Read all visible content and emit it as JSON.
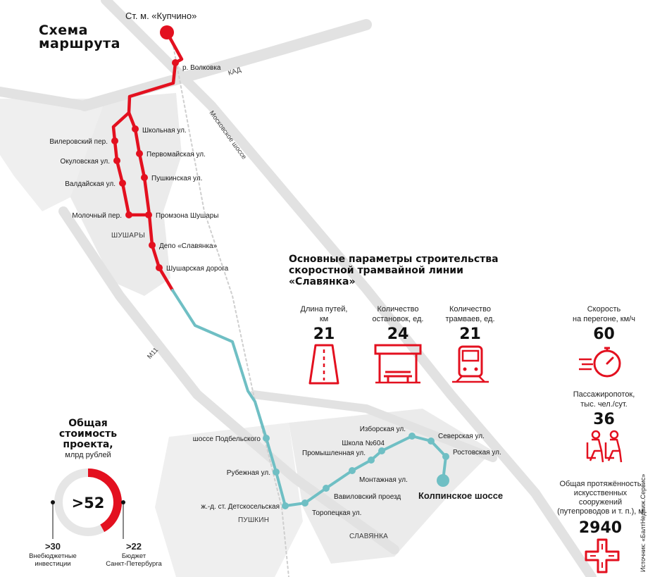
{
  "map": {
    "title_line1": "Схема",
    "title_line2": "маршрута",
    "terminal_north": "Ст. м. «Купчино»",
    "terminal_south": "Колпинское шоссе",
    "roads": {
      "kad": "КАД",
      "moskovskoe": "Московское шоссе",
      "m11": "М11"
    },
    "areas": {
      "shushary": "ШУШАРЫ",
      "pushkin": "ПУШКИН",
      "slavyanka": "СЛАВЯНКА"
    },
    "stops": {
      "volkovka": "р. Волковка",
      "shkolnaya": "Школьная ул.",
      "pervomayskaya": "Первомайская ул.",
      "pushkinskaya": "Пушкинская ул.",
      "vilerovsky": "Вилеровский пер.",
      "okulovskaya": "Окуловская ул.",
      "valdayskaya": "Валдайская ул.",
      "molochny": "Молочный пер.",
      "promzona": "Промзона Шушары",
      "depo": "Депо «Славянка»",
      "shusharskaya": "Шушарская дорога",
      "podbelskogo": "шоссе Подбельского",
      "rubezhnaya": "Рубежная ул.",
      "detskoselskaya": "ж.-д. ст. Детскосельская",
      "toropetskaya": "Торопецкая ул.",
      "vavilovsky": "Вавиловский проезд",
      "montazhnaya": "Монтажная ул.",
      "promyshlennaya": "Промышленная ул.",
      "shkola604": "Школа №604",
      "izborskaya": "Изборская ул.",
      "severskaya": "Северская ул.",
      "rostovskaya": "Ростовская ул."
    }
  },
  "params": {
    "title_line1": "Основные параметры строительства",
    "title_line2": "скоростной трамвайной линии",
    "title_line3": "«Славянка»",
    "track": {
      "label1": "Длина путей,",
      "label2": "км",
      "value": "21",
      "icon": "road-icon"
    },
    "stops": {
      "label1": "Количество",
      "label2": "остановок, ед.",
      "value": "24",
      "icon": "tram-stop-icon"
    },
    "trams": {
      "label1": "Количество",
      "label2": "трамваев, ед.",
      "value": "21",
      "icon": "tram-icon"
    },
    "speed": {
      "label1": "Скорость",
      "label2": "на перегоне, км/ч",
      "value": "60",
      "icon": "stopwatch-icon"
    },
    "passengers": {
      "label1": "Пассажиропоток,",
      "label2": "тыс. чел./сут.",
      "value": "36",
      "icon": "passengers-icon"
    },
    "structures": {
      "label1": "Общая протяжённость",
      "label2": "искусственных",
      "label3": "сооружений",
      "label4": "(путепроводов и т. п.), м",
      "value": "2940",
      "icon": "overpass-icon"
    }
  },
  "cost": {
    "title_line1": "Общая",
    "title_line2": "стоимость",
    "title_line3": "проекта,",
    "subtitle": "млрд рублей",
    "total": ">52",
    "extra": {
      "value": ">30",
      "label1": "Внебюджетные",
      "label2": "инвестиции"
    },
    "budget": {
      "value": ">22",
      "label1": "Бюджет",
      "label2": "Санкт-Петербурга"
    },
    "budget_share": 0.42
  },
  "source": "Источник: «БалтНедвиж.Сервис»",
  "colors": {
    "red": "#e3101f",
    "teal": "#6fbfc4",
    "gray": "#e6e6e6",
    "text": "#1a1a1a"
  }
}
